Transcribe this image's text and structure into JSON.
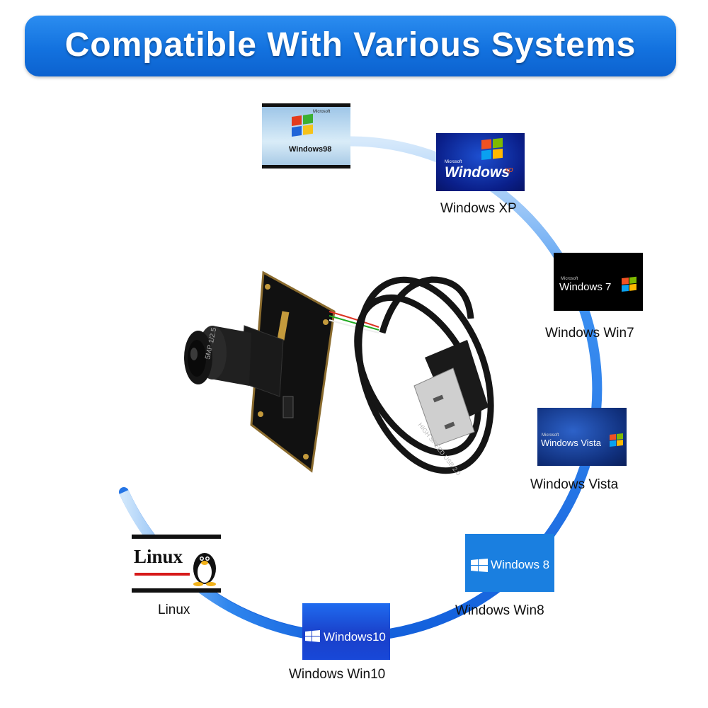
{
  "header": {
    "title": "Compatible With Various Systems"
  },
  "systems": [
    {
      "caption": "",
      "logo_brand": "Microsoft",
      "logo_text": "Windows98"
    },
    {
      "caption": "Windows XP",
      "logo_brand": "Microsoft",
      "logo_text": "Windows",
      "logo_suffix": "xp"
    },
    {
      "caption": "Windows Win7",
      "logo_brand": "Microsoft",
      "logo_text": "Windows 7"
    },
    {
      "caption": "Windows Vista",
      "logo_brand": "Microsoft",
      "logo_text": "Windows Vista"
    },
    {
      "caption": "Windows Win8",
      "logo_text": "Windows 8"
    },
    {
      "caption": "Windows Win10",
      "logo_text": "Windows10"
    },
    {
      "caption": "Linux",
      "logo_text": "Linux"
    }
  ],
  "product": {
    "lens_text": "5MP 1/2.5",
    "cable_text": "HIGH SPEED USB 2.0"
  },
  "colors": {
    "banner": "#1372df",
    "arc": "#1a6fe6",
    "win8_tile": "#1a7fe0",
    "win10_tile": "#1a4fd6"
  }
}
